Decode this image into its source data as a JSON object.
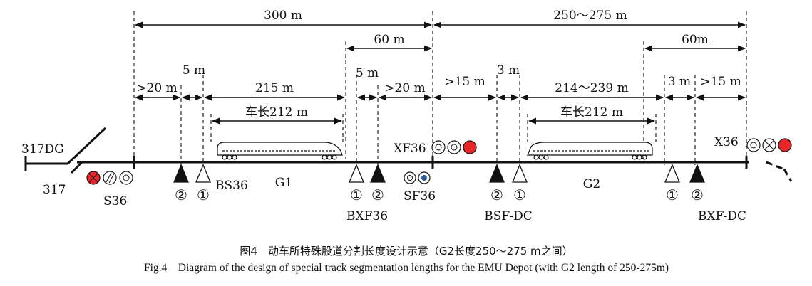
{
  "diagram": {
    "dims_top": {
      "span_300": "300 m",
      "span_250_275": "250～275 m",
      "span_60_left": "60 m",
      "span_60_right": "60m"
    },
    "dims_mid": {
      "d_20_left": ">20 m",
      "d_5_left": "5 m",
      "d_215": "215 m",
      "d_5_mid": "5 m",
      "d_20_mid": ">20 m",
      "d_15_left": ">15 m",
      "d_3_left": "3 m",
      "d_214_239": "214～239 m",
      "d_3_right": "3 m",
      "d_15_right": ">15 m"
    },
    "train_lengths": {
      "g1": "车长212 m",
      "g2": "车长212 m"
    },
    "labels": {
      "track_317dg": "317DG",
      "track_317": "317",
      "signal_s36": "S36",
      "signal_xf36": "XF36",
      "signal_sf36": "SF36",
      "signal_x36": "X36",
      "sensor_bs36": "BS36",
      "track_g1": "G1",
      "track_g2": "G2",
      "sensor_bxf36": "BXF36",
      "sensor_bsf_dc": "BSF-DC",
      "sensor_bxf_dc": "BXF-DC",
      "num_1": "①",
      "num_2": "②"
    },
    "colors": {
      "red_lamp": "#e8262a",
      "blue_lamp": "#2e5c9a",
      "line": "#111111"
    }
  },
  "caption": {
    "cn": "图4　动车所特殊股道分割长度设计示意（G2长度250～275 m之间）",
    "en": "Fig.4　Diagram of the design of special track segmentation lengths for the EMU Depot (with G2 length of 250-275m)"
  }
}
